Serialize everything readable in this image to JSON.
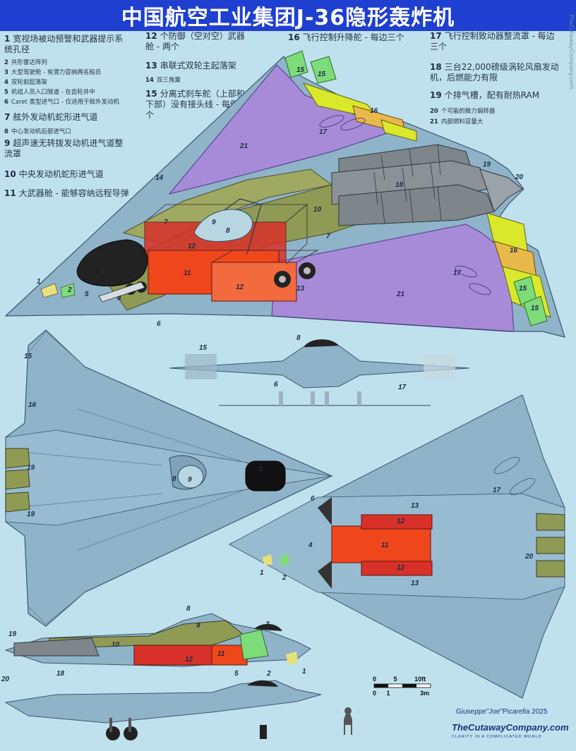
{
  "title": "中国航空工业集团J-36隐形轰炸机",
  "side_url": "TheCutawayCompany.com",
  "legend_left": [
    {
      "n": "1",
      "text": "宽视场被动预警和武器提示系统孔径",
      "size": "big"
    },
    {
      "n": "2",
      "text": "共形雷达阵列",
      "size": "sm"
    },
    {
      "n": "3",
      "text": "大型驾驶舱 - 有潜力容纳两名船员",
      "size": "sm"
    },
    {
      "n": "4",
      "text": "双轮前起落架",
      "size": "sm"
    },
    {
      "n": "5",
      "text": "机组人员入口隧道 - 在齿轮井中",
      "size": "sm"
    },
    {
      "n": "6",
      "text": "Caret 类型进气口 - 仅适用于舷外发动机",
      "size": "sm"
    },
    {
      "n": "7",
      "text": "舷外发动机蛇形进气道",
      "size": "big"
    },
    {
      "n": "8",
      "text": "中心发动机后部进气口",
      "size": "sm"
    },
    {
      "n": "9",
      "text": "超声速无转拨发动机进气道整流罩",
      "size": "big"
    },
    {
      "n": "10",
      "text": "中央发动机蛇形进气道",
      "size": "big"
    },
    {
      "n": "11",
      "text": "大武器舱 - 能够容纳远程导弹",
      "size": "big"
    }
  ],
  "legend_mid": [
    {
      "n": "12",
      "text": "个防御（空对空）武器舱 - 两个",
      "size": "big"
    },
    {
      "n": "13",
      "text": "串联式双轮主起落架",
      "size": "big"
    },
    {
      "n": "14",
      "text": "双三角翼",
      "size": "sm"
    },
    {
      "n": "15",
      "text": "分离式刹车舵（上部和下部）没有接头线 - 每侧两个",
      "size": "big"
    }
  ],
  "legend_c2": [
    {
      "n": "16",
      "text": "飞行控制升降舵 - 每边三个",
      "size": "big"
    }
  ],
  "legend_right": [
    {
      "n": "17",
      "text": "飞行控制致动器整流罩 - 每边三个",
      "size": "big"
    },
    {
      "n": "18",
      "text": "三台22,000磅级涡轮风扇发动机，后燃能力有限",
      "size": "big"
    },
    {
      "n": "19",
      "text": "个排气槽，配有耐热RAM",
      "size": "big"
    },
    {
      "n": "20",
      "text": "个可能的推力偏转器",
      "size": "sm"
    },
    {
      "n": "21",
      "text": "内部燃料容量大",
      "size": "sm"
    }
  ],
  "scale": {
    "ticks_top": [
      "0",
      "5",
      "10ft"
    ],
    "ticks_bottom": [
      "0",
      "1",
      "3m"
    ]
  },
  "credit": "Giuseppe\"Joe\"Picarella 2025",
  "brand": "TheCutawayCompany.com",
  "brand_tag": "CLARITY IN A COMPLICATED WORLD",
  "colors": {
    "title_bg": "#1f3fd0",
    "background": "#bfe1ee",
    "airframe": "#8fb3c9",
    "fuel": "#a78bd8",
    "main_bay": "#f0461c",
    "side_bay": "#d8312a",
    "elevon": "#d9e82b",
    "rudder": "#7ddc79",
    "intake": "#8f9a55",
    "engine": "#7e868c"
  },
  "callouts": [
    "1",
    "2",
    "3",
    "4",
    "5",
    "6",
    "7",
    "8",
    "9",
    "10",
    "11",
    "12",
    "13",
    "14",
    "15",
    "16",
    "17",
    "18",
    "19",
    "20",
    "21"
  ]
}
